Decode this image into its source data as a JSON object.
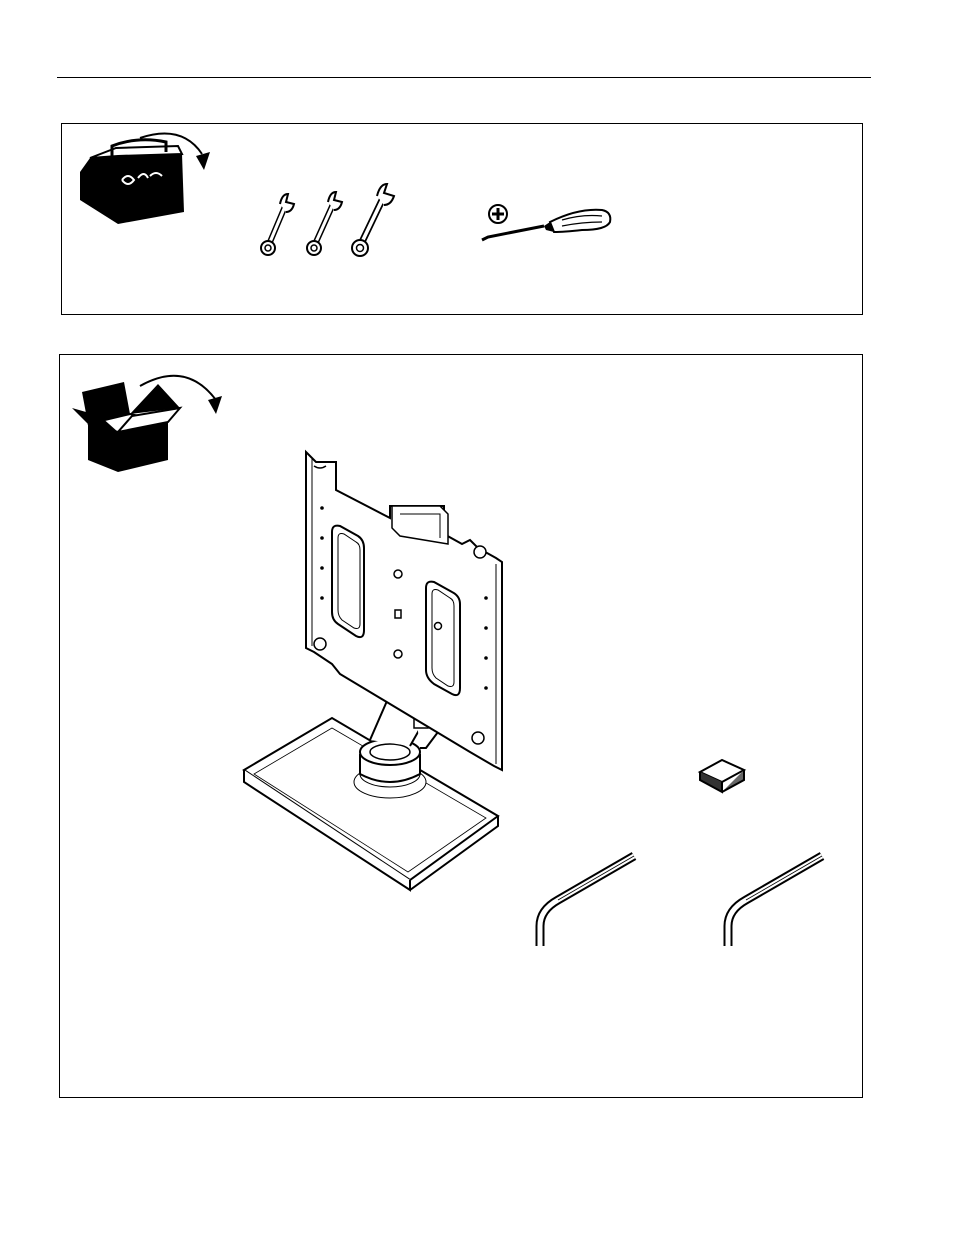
{
  "document": {
    "sections": [
      {
        "id": "tools-required",
        "icon": "toolbox-icon",
        "tools": [
          "wrench-icon",
          "wrench-icon",
          "wrench-icon",
          "phillips-screwdriver-icon"
        ]
      },
      {
        "id": "parts",
        "icon": "open-box-icon",
        "parts": [
          "stand-with-mounting-plate",
          "square-cap",
          "hex-key",
          "hex-key"
        ]
      }
    ]
  }
}
